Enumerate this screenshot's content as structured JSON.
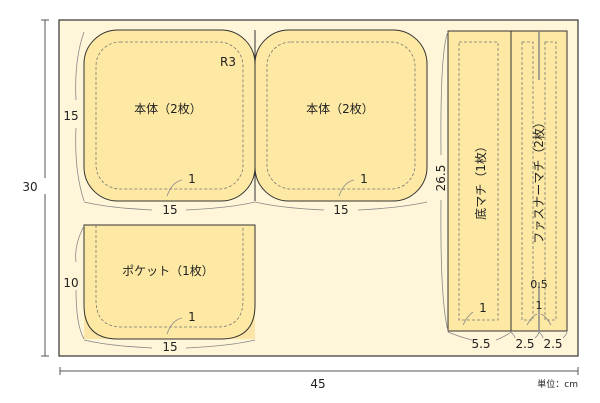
{
  "fabric": {
    "width_cm": "45",
    "height_cm": "30",
    "unit_label": "単位：cm"
  },
  "pieces": {
    "body1": {
      "label": "本体（2枚）",
      "width": "15",
      "height": "15",
      "radius": "R3",
      "seam": "1"
    },
    "body2": {
      "label": "本体（2枚）",
      "width": "15",
      "seam": "1"
    },
    "pocket": {
      "label": "ポケット（1枚）",
      "width": "15",
      "height": "10",
      "seam": "1"
    },
    "bottom_gusset": {
      "label": "底マチ（1枚）",
      "width": "5.5",
      "height": "26.5",
      "seam": "1"
    },
    "zipper_gusset": {
      "label": "ファスナーマチ（2枚）",
      "width_left": "2.5",
      "width_right": "2.5",
      "gap": "0.5",
      "seam": "1"
    }
  },
  "colors": {
    "fabric": "#fff5d8",
    "piece": "#fde9a4",
    "outline": "#333333"
  }
}
